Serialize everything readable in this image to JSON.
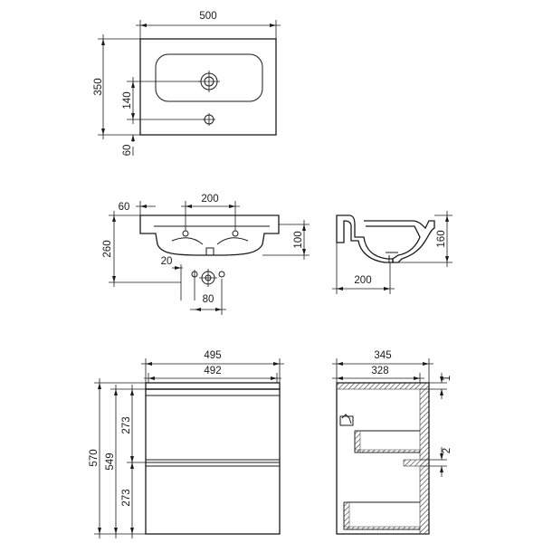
{
  "top_view": {
    "width": "500",
    "depth": "350",
    "tap_offset": "140",
    "front_offset": "60"
  },
  "front_section": {
    "overflow_offset": "60",
    "hole_spacing": "200",
    "height": "260",
    "bowl_depth": "100",
    "hole_offset": "20",
    "hole_spacing_small": "80"
  },
  "side_section": {
    "height": "160",
    "depth": "200"
  },
  "cabinet_front": {
    "outer_width": "495",
    "inner_width": "492",
    "total_height": "570",
    "body_height": "549",
    "drawer_top_height": "273",
    "drawer_bottom_height": "273"
  },
  "cabinet_side": {
    "outer_depth": "345",
    "inner_depth": "328",
    "top_gap": "1",
    "mid_gap": "2"
  }
}
